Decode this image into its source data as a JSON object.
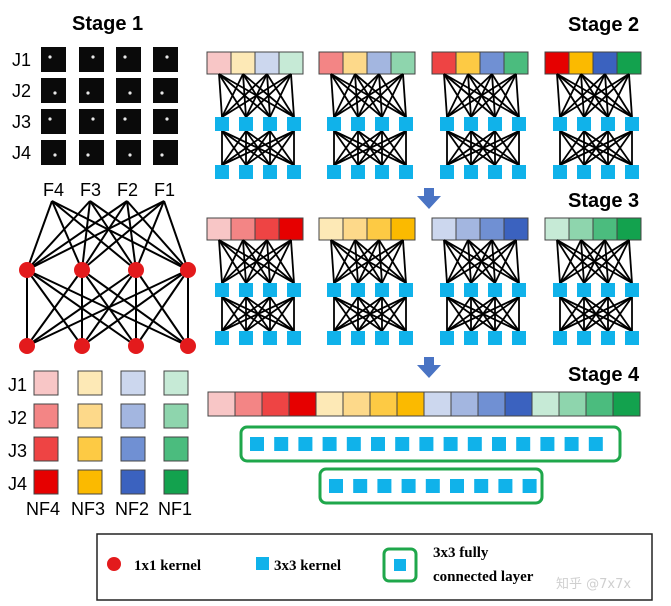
{
  "stage1": {
    "title": "Stage 1",
    "row_labels": [
      "J1",
      "J2",
      "J3",
      "J4"
    ],
    "filter_labels": [
      "F4",
      "F3",
      "F2",
      "F1"
    ],
    "nf_row_labels": [
      "J1",
      "J2",
      "J3",
      "J4"
    ],
    "nf_labels": [
      "NF4",
      "NF3",
      "NF2",
      "NF1"
    ]
  },
  "stage2": {
    "title": "Stage 2"
  },
  "stage3": {
    "title": "Stage 3"
  },
  "stage4": {
    "title": "Stage 4",
    "fc_row1_count": 15,
    "fc_row2_count": 9
  },
  "palette": {
    "red": [
      "#f8c6c6",
      "#f38585",
      "#ee4444",
      "#e60000"
    ],
    "yellow": [
      "#fde9b6",
      "#fdd98a",
      "#fdca44",
      "#fbba00"
    ],
    "blue": [
      "#ccd7ee",
      "#a3b6e0",
      "#7090d3",
      "#3b62bf"
    ],
    "green": [
      "#c6ead6",
      "#8ed5ad",
      "#4bbc7e",
      "#13a24e"
    ]
  },
  "colors": {
    "kernel_1x1": "#e31a1c",
    "kernel_3x3": "#10b2ea",
    "fc_border": "#1fa74b",
    "arrow": "#4a74c4"
  },
  "legend": {
    "k1_label": "1x1 kernel",
    "k3_label": "3x3 kernel",
    "fc_label_line1": "3x3 fully",
    "fc_label_line2": "connected layer"
  },
  "watermark": "知乎 @7x7x"
}
